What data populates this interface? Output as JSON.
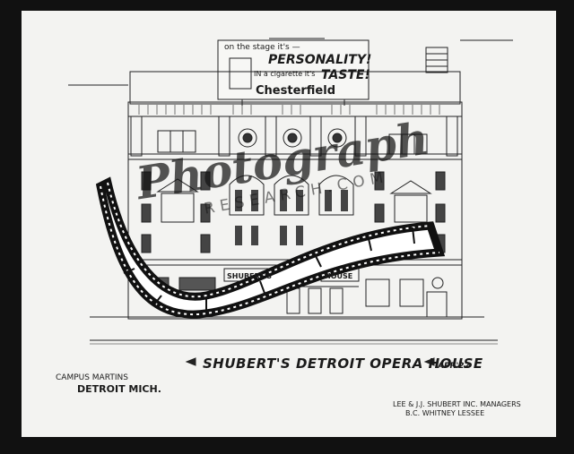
{
  "drawing": {
    "caption": "SHUBERT'S DETROIT OPERA HOUSE",
    "date_mark": "APR'22",
    "location_line1": "CAMPUS MARTINS",
    "location_line2": "DETROIT MICH.",
    "managers_line1": "LEE & J.J. SHUBERT INC. MANAGERS",
    "managers_line2": "B.C. WHITNEY LESSEE"
  },
  "billboard": {
    "line1": "on the stage it's —",
    "line2": "PERSONALITY!",
    "line3": "IN a cigarette it's",
    "line4": "TASTE!",
    "line5": "Chesterfield"
  },
  "marquee": {
    "left_sign": "SHUBERT'S",
    "right_sign": "HOUSE"
  },
  "watermark": {
    "line1": "Photograph",
    "line2": "RESEARCH.COM"
  },
  "colors": {
    "frame": "#111111",
    "paper": "#f3f3f1",
    "ink": "#1a1a1a"
  }
}
